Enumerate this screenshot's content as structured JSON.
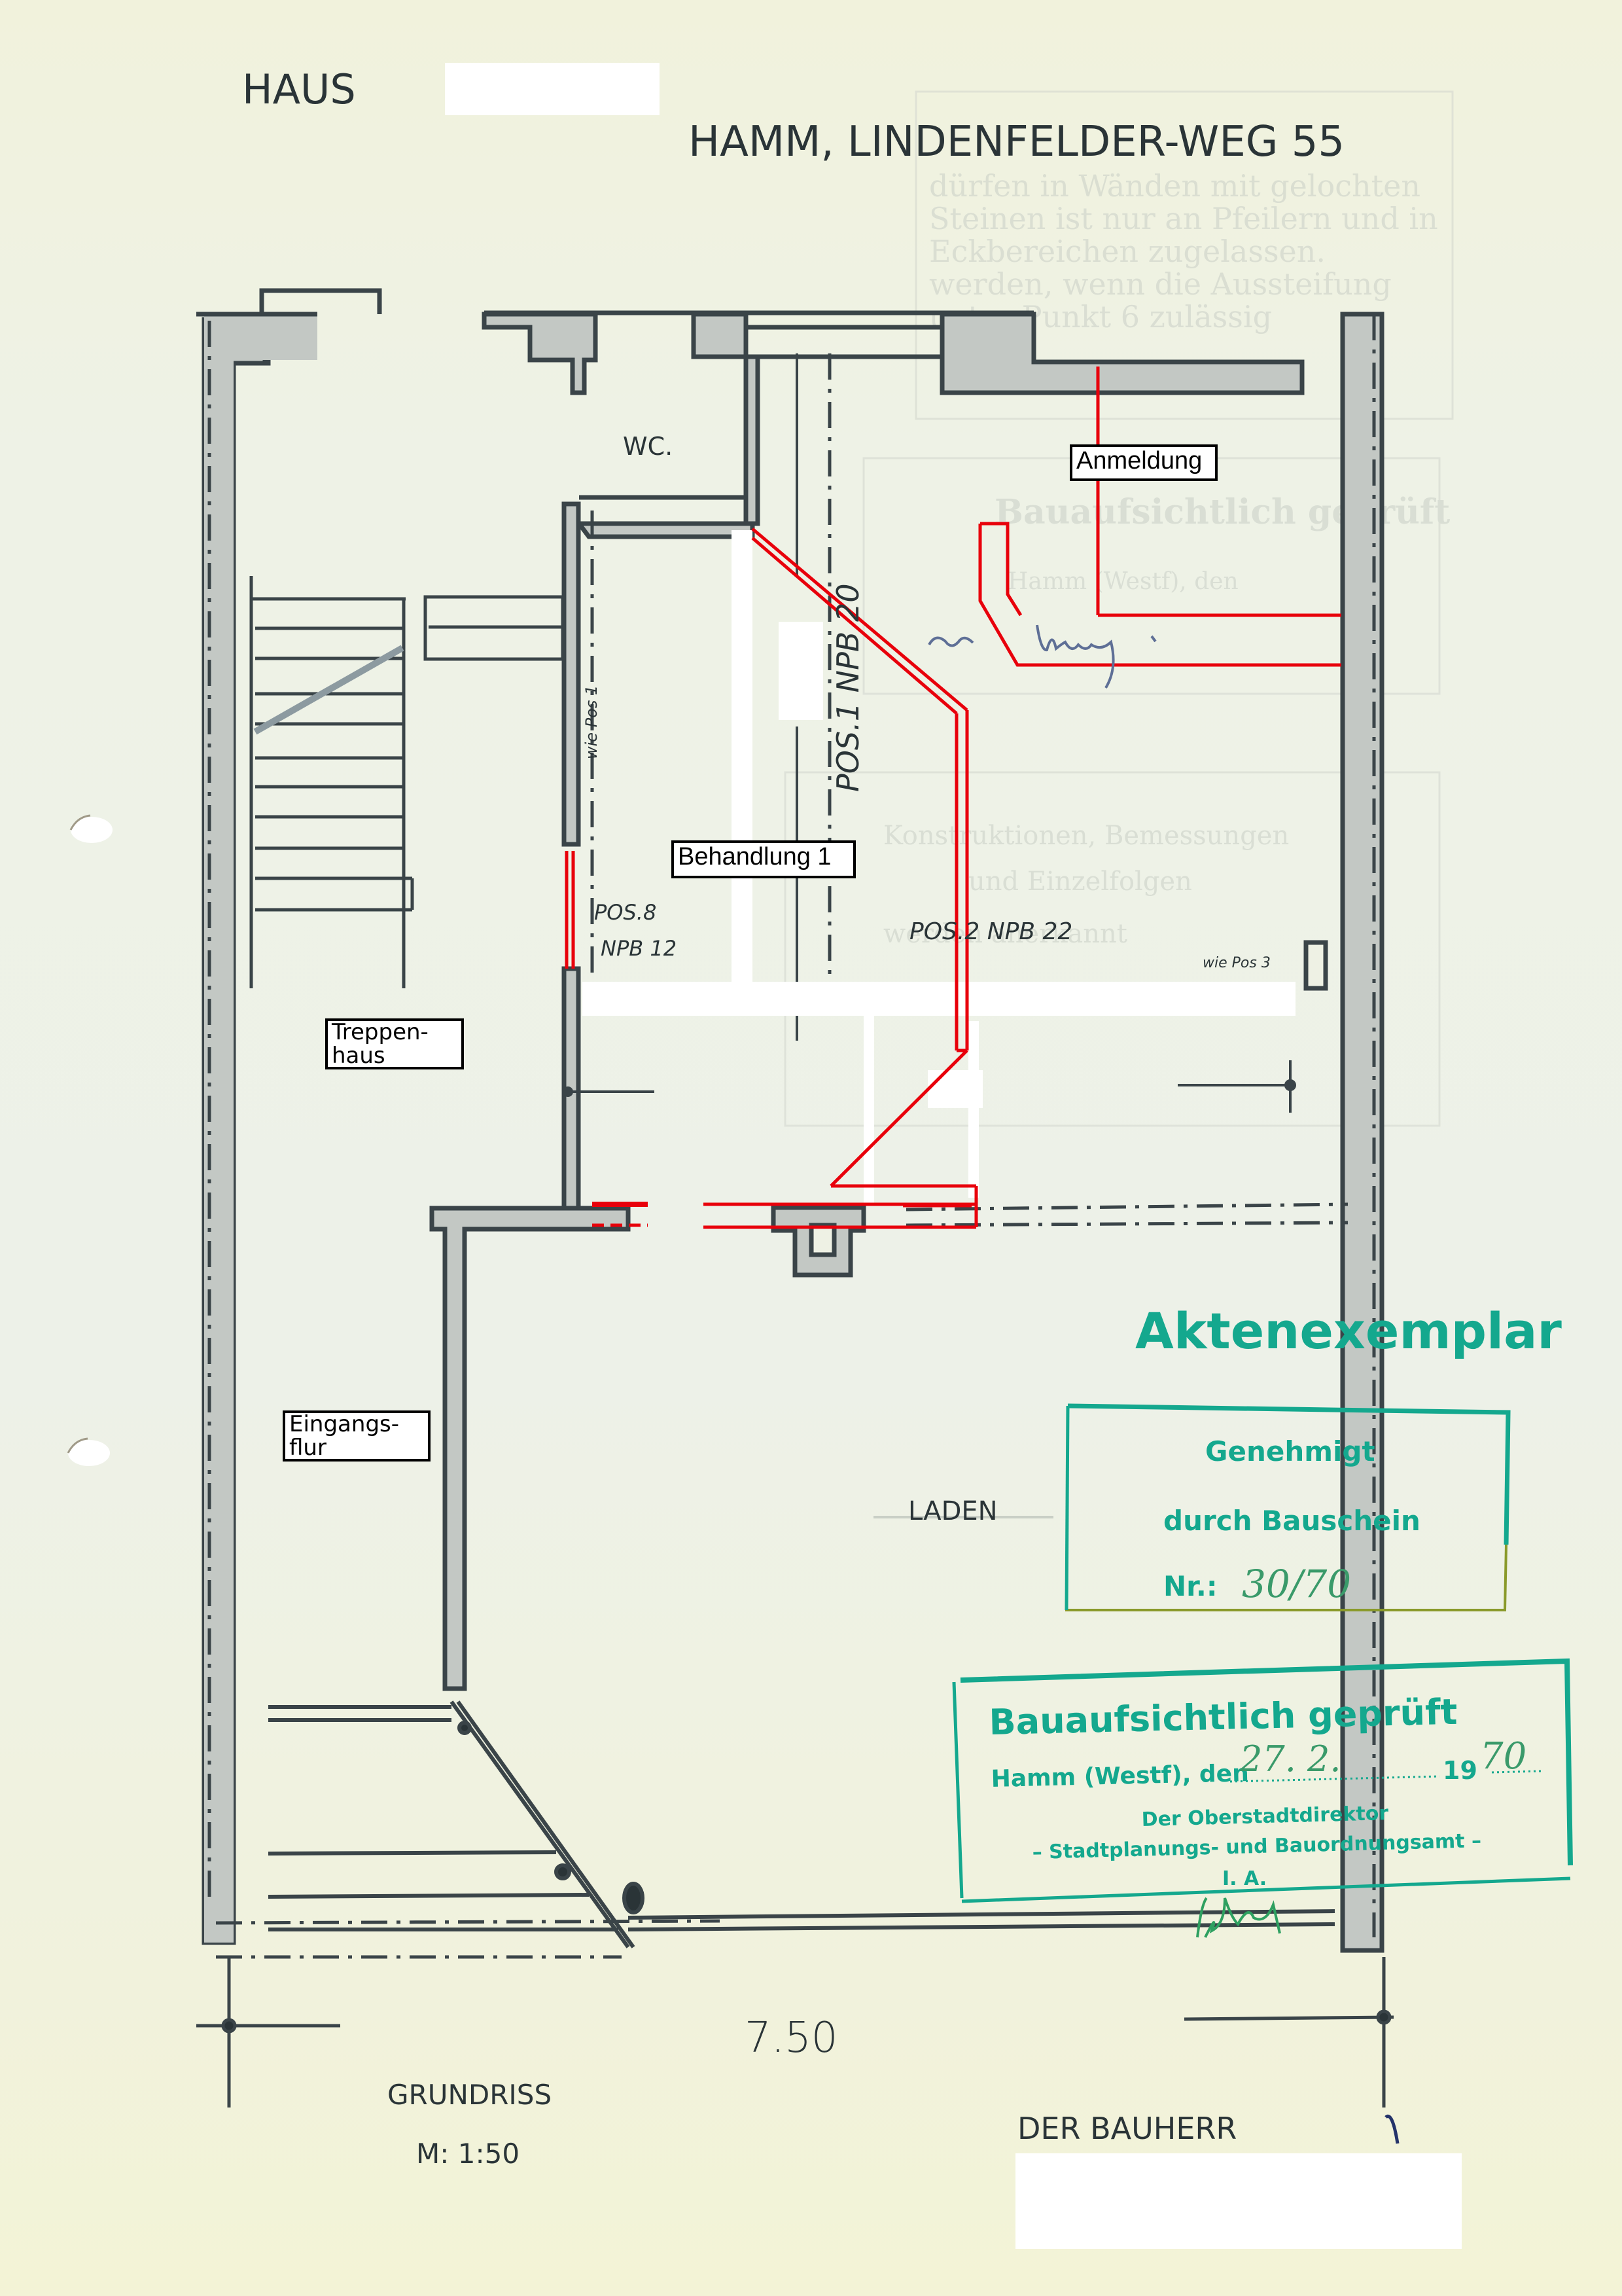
{
  "header": {
    "house_label": "HAUS",
    "address": "HAMM, LINDENFELDER-WEG 55"
  },
  "rooms": {
    "wc": "WC.",
    "anmeldung": "Anmeldung",
    "behandlung": "Behandlung 1",
    "treppenhaus_line1": "Treppen-",
    "treppenhaus_line2": "haus",
    "eingangsflur_line1": "Eingangs-",
    "eingangsflur_line2": "flur",
    "laden": "LADEN"
  },
  "annotations": {
    "pos1_vertical": "POS.1 NPB 20",
    "wie_pos1": "wie Pos 1",
    "pos8_line1": "POS.8",
    "pos8_line2": "NPB 12",
    "pos2": "POS.2  NPB 22",
    "wie_pos3": "wie Pos 3",
    "dimension": "7.50"
  },
  "footer": {
    "title": "GRUNDRISS",
    "scale": "M: 1:50",
    "owner_label": "DER BAUHERR"
  },
  "stamps": {
    "aktenexemplar": "Aktenexemplar",
    "genehmigt": {
      "line1": "Genehmigt",
      "line2": "durch Bauschein",
      "nr_label": "Nr.:",
      "nr_value": "30/70"
    },
    "gepruft": {
      "title": "Bauaufsichtlich geprüft",
      "place_prefix": "Hamm (Westf), den",
      "date_value": "27. 2.",
      "year_prefix": "19",
      "year_value": "70",
      "line1": "Der Oberstadtdirektor",
      "line2": "– Stadtplanungs- und Bauordnungsamt –",
      "line3": "I. A."
    }
  },
  "colors": {
    "wall_fill": "#c3c8c4",
    "wall_line": "#3a4448",
    "markup_red": "#e8000b",
    "stamp_green": "#14a88e",
    "stamp_olive": "#8a9a2a",
    "paper": "#eef1e4"
  }
}
